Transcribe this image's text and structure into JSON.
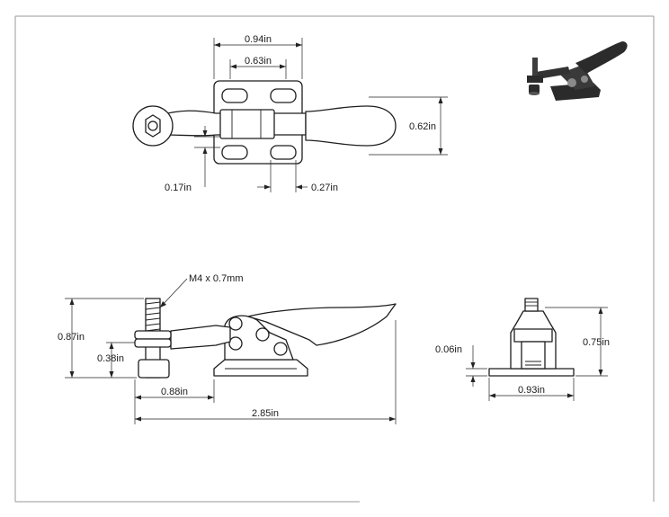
{
  "drawing": {
    "top_view": {
      "dims": {
        "width_overall": "0.94in",
        "hole_spacing": "0.63in",
        "handle_height": "0.62in",
        "slot_width": "0.17in",
        "slot_offset": "0.27in"
      }
    },
    "side_view": {
      "thread_callout": "M4 x 0.7mm",
      "dims": {
        "height_overall": "0.87in",
        "spindle_height": "0.38in",
        "spindle_to_base": "0.88in",
        "length_overall": "2.85in"
      }
    },
    "end_view": {
      "dims": {
        "base_thickness": "0.06in",
        "height": "0.75in",
        "base_width": "0.93in"
      }
    },
    "iso_view": {
      "colors": {
        "body": "#2b2b2b",
        "highlight": "#8a8a8a"
      }
    }
  }
}
